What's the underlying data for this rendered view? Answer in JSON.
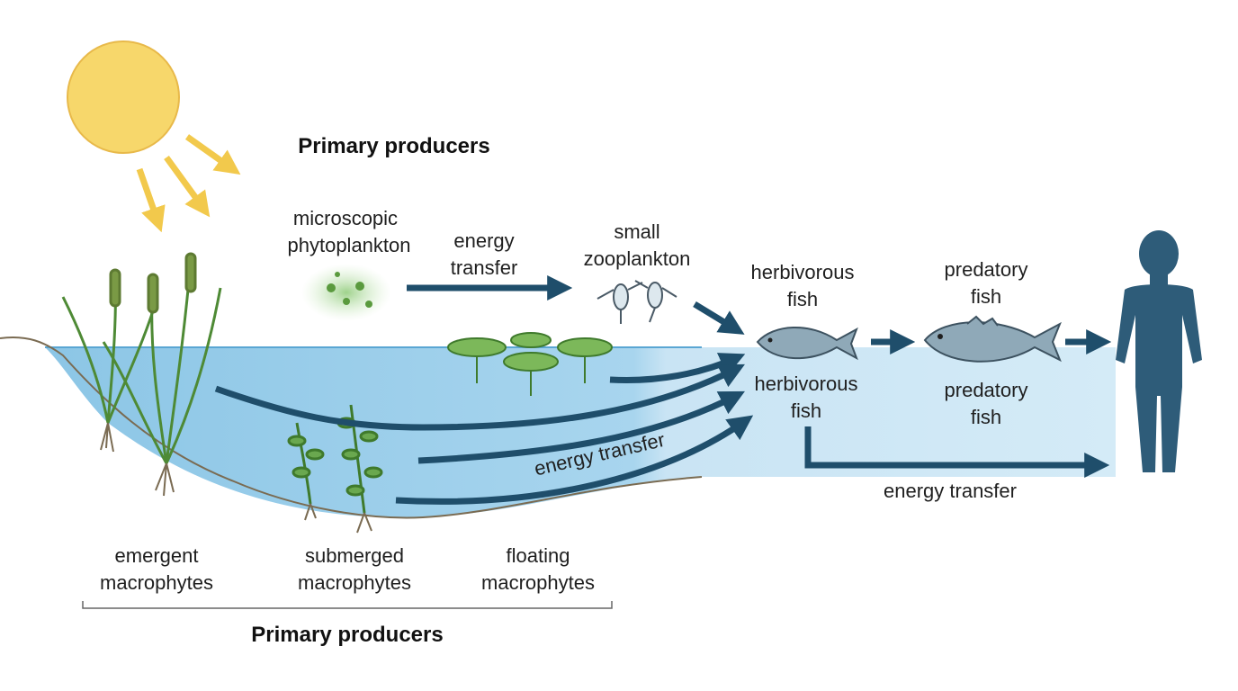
{
  "labels": {
    "primary_producers_top": "Primary producers",
    "phytoplankton": [
      "microscopic",
      "phytoplankton"
    ],
    "energy_transfer_top": [
      "energy",
      "transfer"
    ],
    "zooplankton": [
      "small",
      "zooplankton"
    ],
    "herbivorous_fish_top": [
      "herbivorous",
      "fish"
    ],
    "predatory_fish_top": [
      "predatory",
      "fish"
    ],
    "herbivorous_fish_bottom": [
      "herbivorous",
      "fish"
    ],
    "predatory_fish_bottom": [
      "predatory",
      "fish"
    ],
    "energy_transfer_curved": "energy transfer",
    "energy_transfer_bottom": "energy transfer",
    "emergent": [
      "emergent",
      "macrophytes"
    ],
    "submerged": [
      "submerged",
      "macrophytes"
    ],
    "floating": [
      "floating",
      "macrophytes"
    ],
    "primary_producers_bottom": "Primary producers"
  },
  "colors": {
    "sun": "#f7d76b",
    "sun_rays": "#f2c94c",
    "water": "#a9d4ec",
    "water_light": "#d6ecf7",
    "arrow": "#1f4e6b",
    "plant": "#5a9a3e",
    "fish": "#8fa9b8",
    "human": "#2e5c79"
  }
}
